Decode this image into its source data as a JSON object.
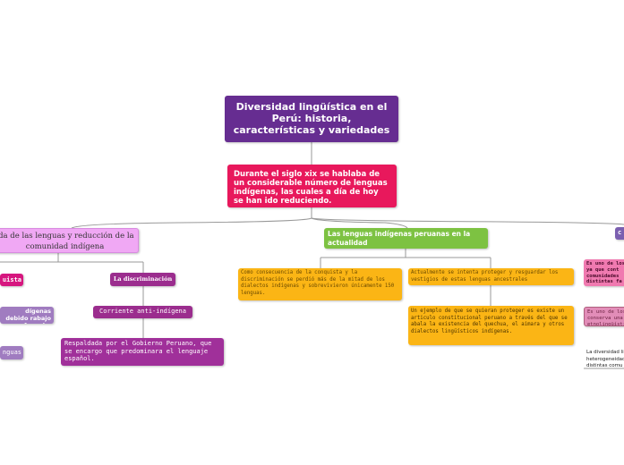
{
  "root": {
    "title": "Diversidad lingüística en el Perú: historia, características y variedades"
  },
  "intro": {
    "text": "Durante el siglo xix se hablaba de un considerable número de lenguas indígenas, las cuales a día de hoy se han ido reduciendo."
  },
  "left_branch": {
    "title": "ida de las lenguas y reducción de la comunidad indígena",
    "conquista": {
      "label": "uista",
      "children": [
        "dígenas debido rabajo forzado.",
        "nguas"
      ]
    },
    "discriminacion": {
      "label": "La discriminación",
      "child": "Corriente anti-indígena",
      "grandchild": "Respaldada por el Gobierno Peruano, que se encargo que predominara el lenguaje español."
    }
  },
  "center_branch": {
    "title": "Las lenguas indígenas peruanas en la actualidad",
    "items": [
      "Como consecuencia de la conquista y la discriminación  se perdió más de la mitad de los dialectos indígenas y sobrevivieron únicamente 150 lenguas.",
      "Actualmente se intenta proteger y resguardar los vestigios de estas lenguas ancestrales",
      "Un ejemplo de que se quieran proteger es existe un articulo constitucional peruano a través del que se abala la existencia del quechua, el aimara y otros dialectos lingüísticos indígenas."
    ]
  },
  "right_branch": {
    "title": "c",
    "items": [
      "Es uno de los ya que cont comunidades distintas fa",
      "Es uno de los conserva una etnolingüísti",
      "La diversidad li heterogeneidad distintas comu"
    ]
  },
  "colors": {
    "root": "#662d91",
    "intro": "#e8185c",
    "green": "#7dc242",
    "orange": "#fbb515",
    "lilac": "#f0a8f4",
    "magenta": "#d6167f",
    "plum": "#9b2d8e",
    "lavender": "#a07cc0",
    "pink": "#f07ab0"
  }
}
